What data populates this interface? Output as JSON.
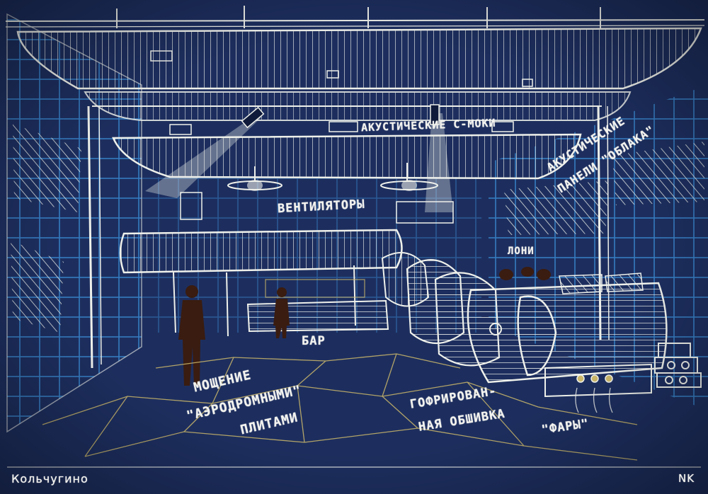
{
  "colors": {
    "paper": "#1d2e5e",
    "paper_dark": "#16244d",
    "chalk": "#eef0ea",
    "pencil_blue": "#3b8fd8",
    "pencil_yellow": "#cdb86a",
    "figure_brown": "#3a1c10"
  },
  "labels": {
    "acoustic_cmoks": "АКУСТИЧЕСКИЕ С-МОКИ",
    "acoustic_panels_line1": "АКУСТИЧЕСКИЕ",
    "acoustic_panels_line2": "ПАНЕЛИ \"ОБЛАКА\"",
    "fans": "ВЕНТИЛЯТОРЫ",
    "lounges": "ЛОНИ",
    "bar": "БАР",
    "paving_line1": "МОЩЕНИЕ",
    "paving_line2": "\"АЭРОДРОМНЫМИ\"",
    "paving_line3": "ПЛИТАМИ",
    "cladding_line1": "ГОФРИРОВАН-",
    "cladding_line2": "НАЯ ОБШИВКА",
    "headlights": "\"ФАРЫ\"",
    "author": "Кольчугино",
    "initials": "NK"
  },
  "icons": [
    "ceiling-fan-icon",
    "person-silhouette-icon",
    "headlight-icon"
  ]
}
